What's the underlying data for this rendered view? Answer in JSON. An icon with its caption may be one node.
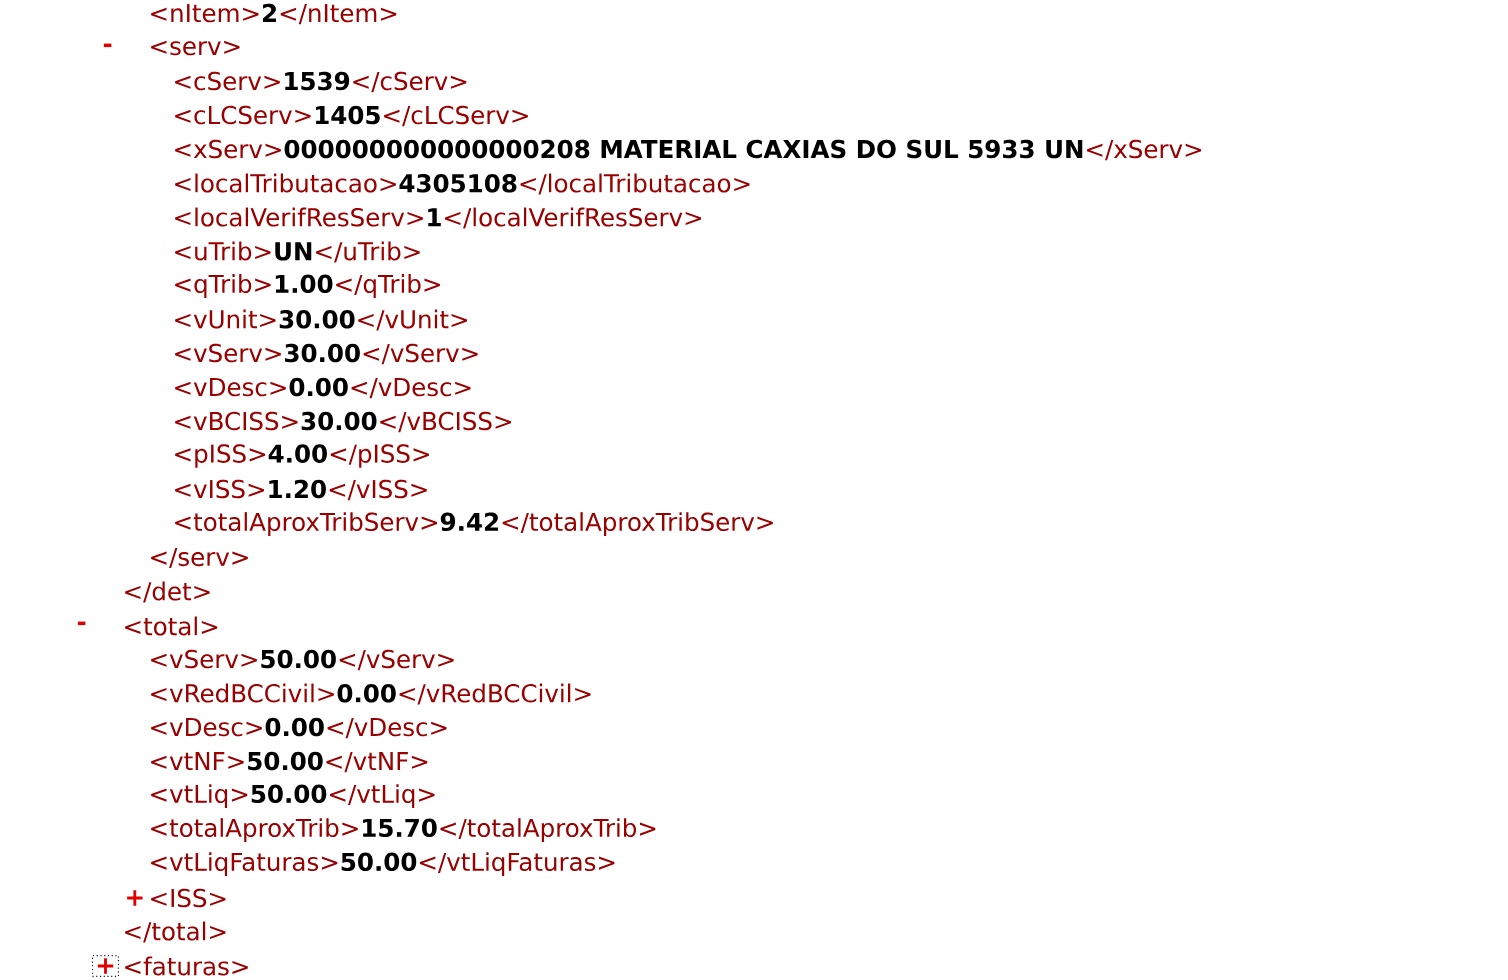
{
  "diagram": {
    "labels": [
      "<nItem>**2**</nItem>",
      "-",
      "<serv>",
      "<cServ>**1539**</cServ>",
      "<cLCServ>**1405**</cLCServ>",
      "<xServ>**000000000000000208 MATERIAL CAXIAS DO SUL 5933 UN**</xServ>",
      "<localTributacao>**4305108**</localTributacao>",
      "<localVerifResServ>**1**</localVerifResServ>",
      "<uTrib>**UN**</uTrib>",
      "<qTrib>**1.00**</qTrib>",
      "<vUnit>**30.00**</vUnit>",
      "<vServ>**30.00**</vServ>",
      "<vDesc>**0.00**</vDesc>",
      "<vBCISS>**30.00**</vBCISS>",
      "<pISS>**4.00**</pISS>",
      "<vISS>**1.20**</vISS>",
      "<totalAproxTribServ>**9.42**</totalAproxTribServ>",
      "</serv>",
      "</det>",
      "-",
      "<total>",
      "<vServ>**50.00**</vServ>",
      "<vRedBCCivil>**0.00**</vRedBCCivil>",
      "<vDesc>**0.00**</vDesc>",
      "<vtNF>**50.00**</vtNF>",
      "<vtLiq>**50.00**</vtLiq>",
      "<totalAproxTrib>**15.70**</totalAproxTrib>",
      "<vtLiqFaturas>**50.00**</vtLiqFaturas>",
      "+",
      "<ISS>",
      "</total>",
      "+",
      "<faturas>"
    ]
  }
}
